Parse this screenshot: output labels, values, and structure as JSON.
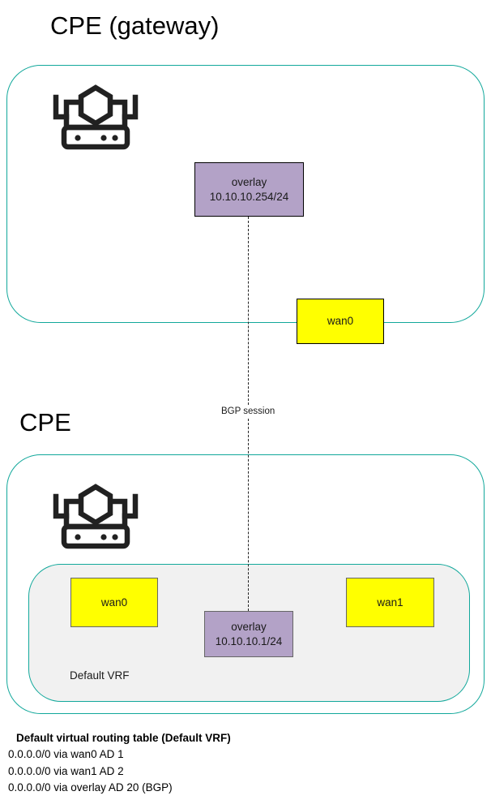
{
  "diagram": {
    "sections": [
      {
        "title": "CPE (gateway)",
        "device_icon": "router-icon",
        "interfaces": [
          {
            "name": "overlay",
            "address": "10.10.10.254/24",
            "type": "overlay"
          },
          {
            "name": "wan0",
            "address": "",
            "type": "wan"
          }
        ]
      },
      {
        "title": "CPE",
        "device_icon": "router-icon",
        "vrf": {
          "label": "Default VRF",
          "interfaces": [
            {
              "name": "wan0",
              "address": "",
              "type": "wan"
            },
            {
              "name": "overlay",
              "address": "10.10.10.1/24",
              "type": "overlay"
            },
            {
              "name": "wan1",
              "address": "",
              "type": "wan"
            }
          ]
        }
      }
    ],
    "connection": {
      "label": "BGP session",
      "style": "dashed"
    },
    "routing_table": {
      "title": "Default virtual routing table (Default VRF)",
      "routes": [
        "0.0.0.0/0 via wan0 AD 1",
        "0.0.0.0/0 via wan1 AD 2",
        "0.0.0.0/0 via overlay AD 20 (BGP)"
      ]
    },
    "colors": {
      "container_border": "#12a89b",
      "wan_fill": "#ffff00",
      "overlay_fill": "#b3a2c7",
      "vrf_fill": "#f1f1f1",
      "icon": "#212121"
    }
  }
}
